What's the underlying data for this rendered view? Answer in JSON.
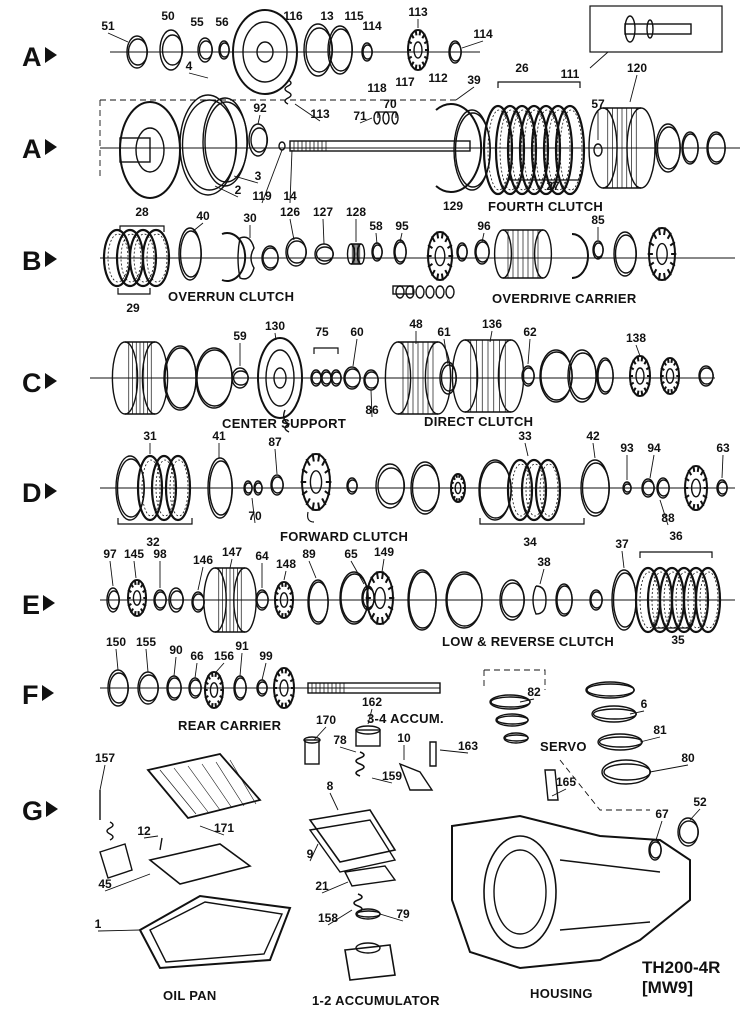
{
  "rows": [
    "A",
    "A",
    "B",
    "C",
    "D",
    "E",
    "F",
    "G"
  ],
  "captions": {
    "fourth_clutch": "FOURTH CLUTCH",
    "overrun_clutch": "OVERRUN CLUTCH",
    "overdrive_carrier": "OVERDRIVE CARRIER",
    "center_support": "CENTER SUPPORT",
    "direct_clutch": "DIRECT CLUTCH",
    "forward_clutch": "FORWARD CLUTCH",
    "low_reverse_clutch": "LOW & REVERSE CLUTCH",
    "rear_carrier": "REAR CARRIER",
    "accum_34": "3-4 ACCUM.",
    "servo": "SERVO",
    "oil_pan": "OIL PAN",
    "accum_12": "1-2 ACCUMULATOR",
    "housing": "HOUSING"
  },
  "model": {
    "name": "TH200-4R",
    "code": "[MW9]"
  },
  "part_numbers": {
    "row_a1": [
      "51",
      "50",
      "55",
      "56",
      "4",
      "116",
      "13",
      "115",
      "114",
      "113",
      "114",
      "118",
      "117",
      "112",
      "111",
      "113"
    ],
    "row_a2": [
      "92",
      "2",
      "3",
      "119",
      "14",
      "71",
      "70",
      "39",
      "26",
      "57",
      "120",
      "27"
    ],
    "row_b": [
      "28",
      "40",
      "30",
      "126",
      "127",
      "128",
      "58",
      "95",
      "129",
      "96",
      "85",
      "29"
    ],
    "row_c": [
      "59",
      "130",
      "75",
      "60",
      "86",
      "48",
      "61",
      "136",
      "62",
      "138"
    ],
    "row_d": [
      "31",
      "41",
      "87",
      "70",
      "32",
      "33",
      "42",
      "93",
      "94",
      "63",
      "88",
      "34"
    ],
    "row_e": [
      "97",
      "145",
      "98",
      "146",
      "147",
      "64",
      "148",
      "89",
      "65",
      "149",
      "38",
      "37",
      "36",
      "35"
    ],
    "row_f": [
      "150",
      "155",
      "90",
      "66",
      "156",
      "91",
      "99"
    ],
    "row_g": [
      "170",
      "162",
      "78",
      "10",
      "163",
      "159",
      "157",
      "12",
      "171",
      "45",
      "8",
      "9",
      "21",
      "158",
      "79",
      "1",
      "82",
      "165",
      "6",
      "81",
      "80",
      "67",
      "52"
    ]
  }
}
